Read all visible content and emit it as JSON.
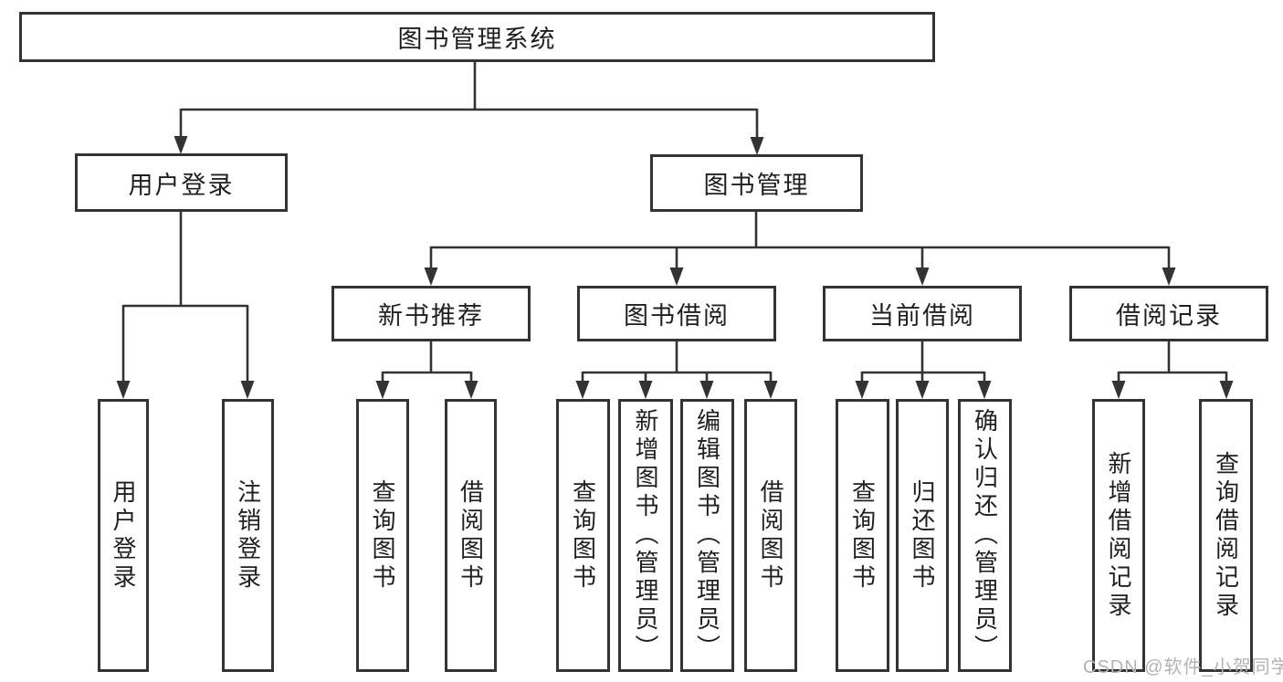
{
  "nodes": {
    "root": "图书管理系统",
    "user_login": "用户登录",
    "book_management": "图书管理",
    "login": "用户登录",
    "logout": "注销登录",
    "new_book_recommend": "新书推荐",
    "book_borrow": "图书借阅",
    "current_borrow": "当前借阅",
    "borrow_records": "借阅记录",
    "nb_query_books": "查询图书",
    "nb_borrow_books": "借阅图书",
    "bb_query_books": "查询图书",
    "bb_add_books_admin": "新增图书（管理员）",
    "bb_edit_books_admin": "编辑图书（管理员）",
    "bb_borrow_books": "借阅图书",
    "cb_query_books": "查询图书",
    "cb_return_books": "归还图书",
    "cb_confirm_return_admin": "确认归还（管理员）",
    "br_add_record": "新增借阅记录",
    "br_query_record": "查询借阅记录"
  },
  "watermark": {
    "text": "CSDN @软件_小贺同学"
  },
  "colors": {
    "background": "#ffffff",
    "line": "#333333",
    "box_border": "#333333",
    "text": "#1f1f1f",
    "watermark": "#b3b3b3"
  }
}
